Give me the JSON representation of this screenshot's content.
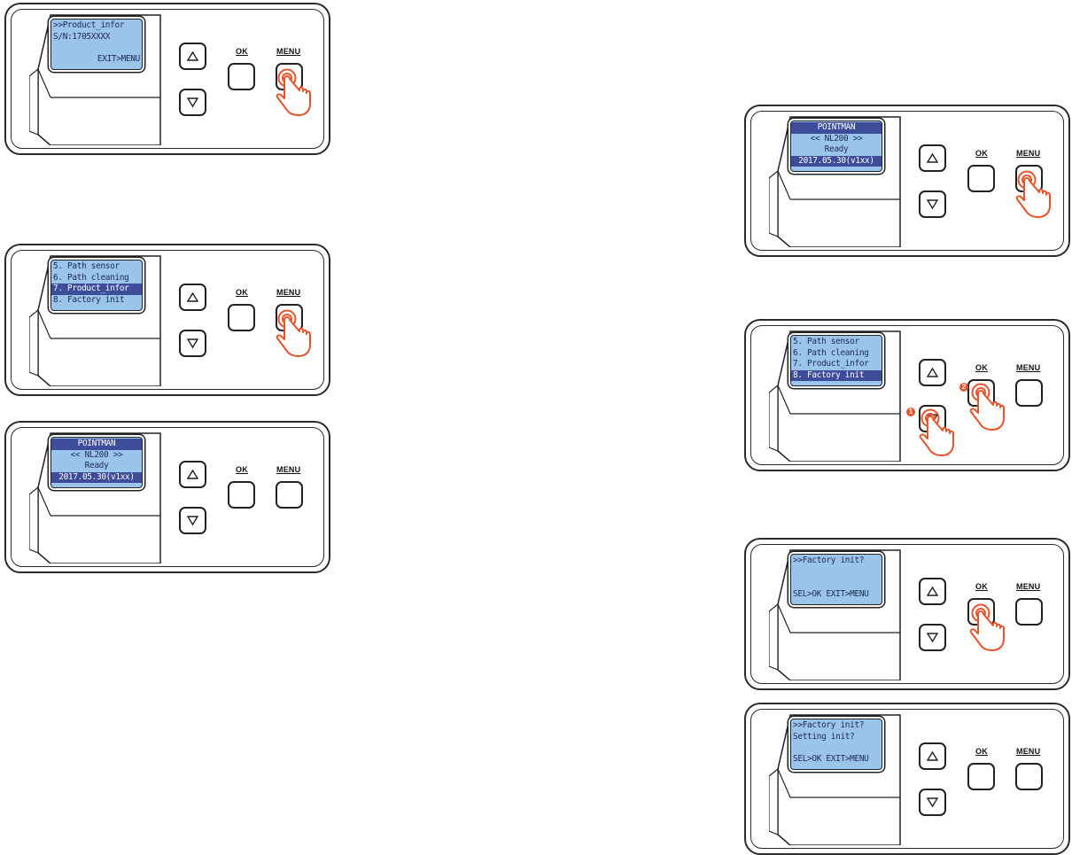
{
  "panels": [
    {
      "name": "panel-product-info",
      "lines": [
        ">>Product_infor",
        "S/N:1705XXXX",
        "",
        "EXIT>MENU"
      ]
    },
    {
      "name": "panel-menu-product",
      "lines": [
        "5. Path sensor",
        "6. Path cleaning",
        "7. Product_infor",
        "8. Factory init"
      ]
    },
    {
      "name": "panel-ready-left",
      "lines": [
        "POINTMAN",
        "<< NL200 >>",
        "Ready",
        "2017.05.30(v1xx)"
      ]
    },
    {
      "name": "panel-ready-right",
      "lines": [
        "POINTMAN",
        "<< NL200 >>",
        "Ready",
        "2017.05.30(v1xx)"
      ]
    },
    {
      "name": "panel-menu-factory",
      "lines": [
        "5. Path sensor",
        "6. Path cleaning",
        "7. Product_infor",
        "8. Factory init"
      ]
    },
    {
      "name": "panel-factory-confirm",
      "lines": [
        ">>Factory init?",
        "",
        "",
        "SEL>OK EXIT>MENU"
      ]
    },
    {
      "name": "panel-setting-confirm",
      "lines": [
        ">>Factory init?",
        "Setting init?",
        "",
        "SEL>OK EXIT>MENU"
      ]
    }
  ],
  "labels": {
    "ok": "OK",
    "menu": "MENU"
  },
  "steps": {
    "first": "1",
    "second": "2"
  },
  "icons": {
    "up": "triangle-up-icon",
    "down": "triangle-down-icon",
    "press": "hand-press-icon"
  },
  "colors": {
    "lcd": "#9ac4ea",
    "highlight": "#3d4d9a",
    "lcd_text": "#1d2a52",
    "press": "#e8532a"
  }
}
